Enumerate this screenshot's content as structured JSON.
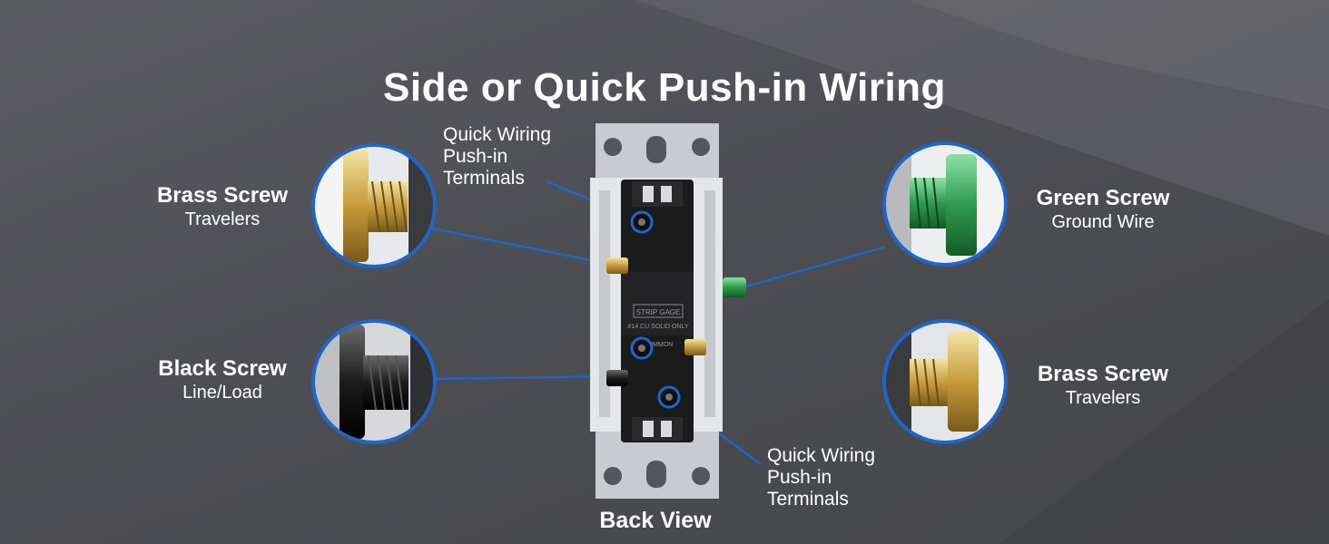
{
  "title": "Side or Quick Push-in Wiring",
  "labels": {
    "brass_left": {
      "main": "Brass Screw",
      "sub": "Travelers"
    },
    "black_left": {
      "main": "Black Screw",
      "sub": "Line/Load"
    },
    "green_right": {
      "main": "Green Screw",
      "sub": "Ground Wire"
    },
    "brass_right": {
      "main": "Brass Screw",
      "sub": "Travelers"
    }
  },
  "callouts": {
    "top": [
      "Quick Wiring",
      "Push-in",
      "Terminals"
    ],
    "bottom": [
      "Quick Wiring",
      "Push-in",
      "Terminals"
    ]
  },
  "back_view": "Back View",
  "switch_text": {
    "strip_gage": "STRIP GAGE",
    "cu_note": "#14 CU SOLID ONLY",
    "common": "COMMON"
  },
  "colors": {
    "background": "#4f5055",
    "accent_blue": "#1e66c8",
    "brass": "#c9a64a",
    "green": "#2f9a4e",
    "black_screw": "#1c1c1c"
  }
}
